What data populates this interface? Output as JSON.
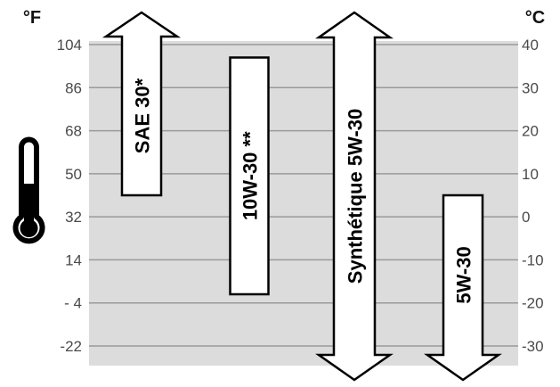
{
  "scale": {
    "fahrenheit_unit": "°F",
    "celsius_unit": "°C",
    "fahrenheit_ticks": [
      "104",
      "86",
      "68",
      "50",
      "32",
      "14",
      "- 4",
      "-22"
    ],
    "celsius_ticks": [
      "40",
      "30",
      "20",
      "10",
      "0",
      "-10",
      "-20",
      "-30"
    ]
  },
  "oil_bands": [
    {
      "label": "SAE 30*",
      "from_c": 5,
      "to_c": 40,
      "open_top": true,
      "open_bottom": false
    },
    {
      "label": "10W-30 **",
      "from_c": -18,
      "to_c": 37,
      "open_top": false,
      "open_bottom": false
    },
    {
      "label": "Synthétique 5W-30",
      "from_c": -30,
      "to_c": 40,
      "open_top": true,
      "open_bottom": true
    },
    {
      "label": "5W-30",
      "from_c": -30,
      "to_c": 5,
      "open_top": false,
      "open_bottom": true
    }
  ],
  "icon": "thermometer-icon",
  "colors": {
    "plot_background": "#dcdcdc",
    "gridline": "#9a9a9a",
    "band_fill": "#ffffff",
    "band_stroke": "#000000"
  }
}
